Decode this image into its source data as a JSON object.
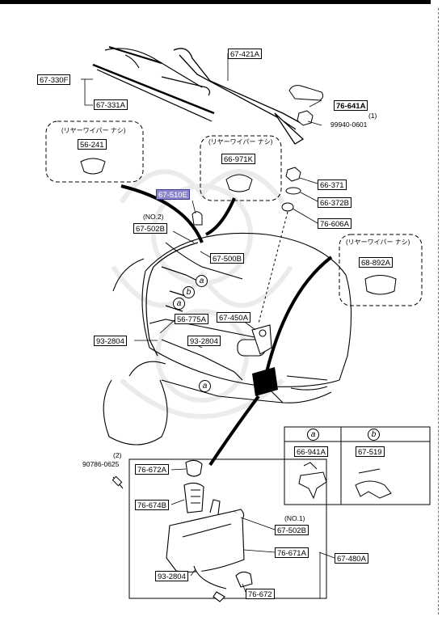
{
  "parts": {
    "p67_421A": "67-421A",
    "p67_330F": "67-330F",
    "p67_331A": "67-331A",
    "p76_641A": "76-641A",
    "qty_1": "(1)",
    "p99940_0601": "99940-0601",
    "p56_241": "56-241",
    "p66_971K": "66-971K",
    "p66_371": "66-371",
    "p66_372B": "66-372B",
    "p67_510E": "67-510E",
    "no2": "(NO.2)",
    "p67_502B_top": "67-502B",
    "p76_606A": "76-606A",
    "p67_500B": "67-500B",
    "p68_892A": "68-892A",
    "p56_775A": "56-775A",
    "p67_450A": "67-450A",
    "p93_2804_left": "93-2804",
    "p93_2804_mid": "93-2804",
    "qty_2": "(2)",
    "p90786_0625": "90786-0625",
    "p76_672A": "76-672A",
    "p76_674B": "76-674B",
    "no1": "(NO.1)",
    "p67_502B_bottom": "67-502B",
    "p76_671A": "76-671A",
    "p67_480A": "67-480A",
    "p93_2804_bottom": "93-2804",
    "p76_672": "76-672",
    "p66_941A": "66-941A",
    "p67_519": "67-519"
  },
  "notes": {
    "rear_wiper_1": "(リヤーワイパー ナシ)",
    "rear_wiper_2": "(リヤーワイパー ナシ)",
    "rear_wiper_3": "(リヤーワイパー ナシ)"
  },
  "callouts": {
    "a": "a",
    "b": "b"
  },
  "colors": {
    "line": "#000000",
    "selected_label_bg": "#8d88c8",
    "watermark": "#e6e6e6"
  }
}
